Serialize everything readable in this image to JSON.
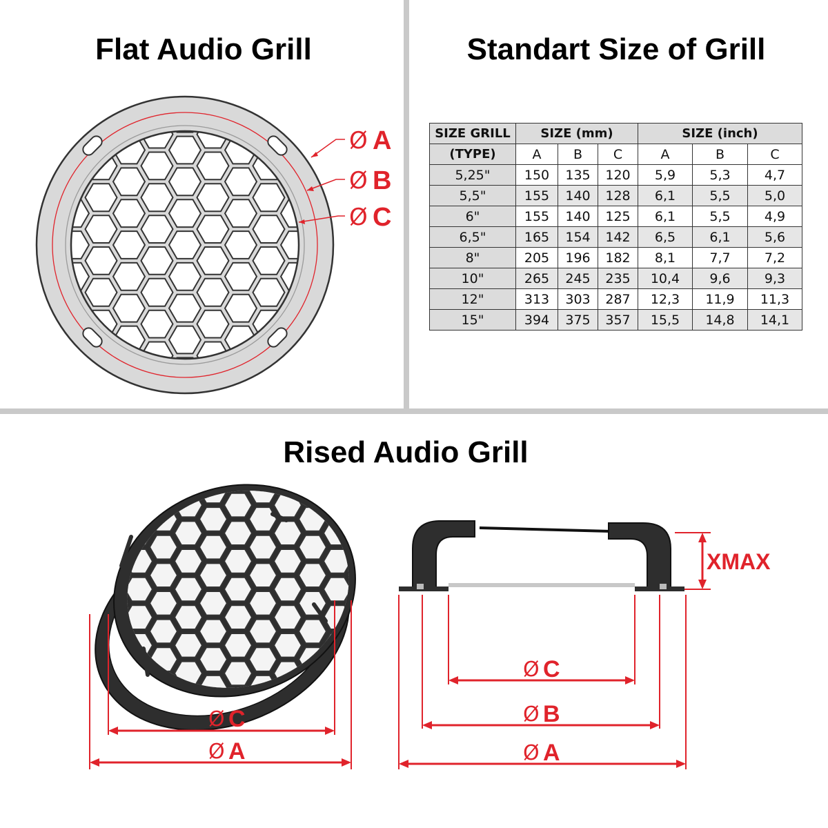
{
  "titles": {
    "flat": "Flat Audio Grill",
    "standard": "Standart Size of Grill",
    "rised": "Rised Audio Grill"
  },
  "dimension_labels": {
    "diameter_symbol": "Ø",
    "a": "A",
    "b": "B",
    "c": "C",
    "xmax": "XMAX"
  },
  "table": {
    "header_type_line1": "SIZE GRILL",
    "header_type_line2": "(TYPE)",
    "header_mm": "SIZE (mm)",
    "header_inch": "SIZE (inch)",
    "sub_headers": [
      "A",
      "B",
      "C",
      "A",
      "B",
      "C"
    ],
    "rows": [
      [
        "5,25\"",
        "150",
        "135",
        "120",
        "5,9",
        "5,3",
        "4,7"
      ],
      [
        "5,5\"",
        "155",
        "140",
        "128",
        "6,1",
        "5,5",
        "5,0"
      ],
      [
        "6\"",
        "155",
        "140",
        "125",
        "6,1",
        "5,5",
        "4,9"
      ],
      [
        "6,5\"",
        "165",
        "154",
        "142",
        "6,5",
        "6,1",
        "5,6"
      ],
      [
        "8\"",
        "205",
        "196",
        "182",
        "8,1",
        "7,7",
        "7,2"
      ],
      [
        "10\"",
        "265",
        "245",
        "235",
        "10,4",
        "9,6",
        "9,3"
      ],
      [
        "12\"",
        "313",
        "303",
        "287",
        "12,3",
        "11,9",
        "11,3"
      ],
      [
        "15\"",
        "394",
        "375",
        "357",
        "15,5",
        "14,8",
        "14,1"
      ]
    ]
  },
  "colors": {
    "accent": "#e0232b",
    "separator": "#c9c9c9",
    "grill_fill": "#d9d9d9",
    "grill_dark": "#2b2b2b"
  }
}
